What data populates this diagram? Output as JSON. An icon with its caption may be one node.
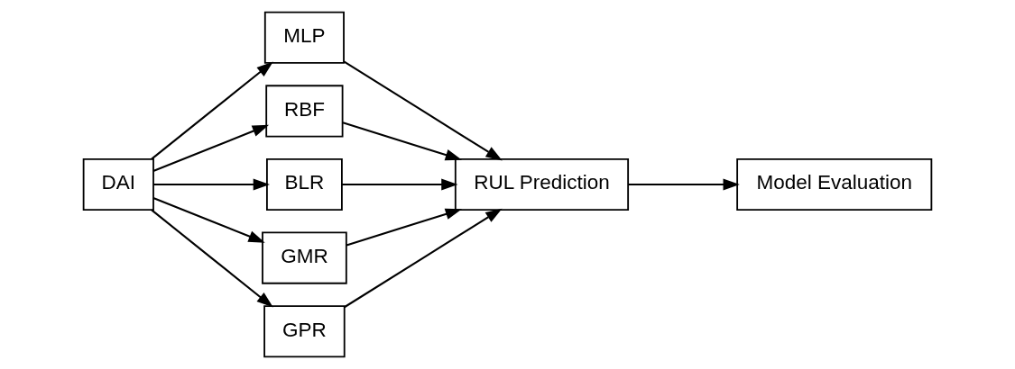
{
  "diagram": {
    "nodes": [
      {
        "text": [
          "DAI"
        ]
      },
      {
        "text": [
          "MLP"
        ]
      },
      {
        "text": [
          "RBF"
        ]
      },
      {
        "text": [
          "BLR"
        ]
      },
      {
        "text": [
          "GMR"
        ]
      },
      {
        "text": [
          "GPR"
        ]
      },
      {
        "text": [
          "RUL Prediction"
        ]
      },
      {
        "text": [
          "Model Evaluation"
        ]
      }
    ],
    "edges": [
      {
        "from": 0,
        "to": 1,
        "arrow": "to"
      },
      {
        "from": 0,
        "to": 2,
        "arrow": "to"
      },
      {
        "from": 0,
        "to": 3,
        "arrow": "to"
      },
      {
        "from": 0,
        "to": 4,
        "arrow": "to"
      },
      {
        "from": 0,
        "to": 5,
        "arrow": "to"
      },
      {
        "from": 1,
        "to": 6,
        "arrow": "to"
      },
      {
        "from": 2,
        "to": 6,
        "arrow": "to"
      },
      {
        "from": 3,
        "to": 6,
        "arrow": "to"
      },
      {
        "from": 4,
        "to": 6,
        "arrow": "to"
      },
      {
        "from": 5,
        "to": 6,
        "arrow": "to"
      },
      {
        "from": 6,
        "to": 7,
        "arrow": "to"
      }
    ]
  }
}
